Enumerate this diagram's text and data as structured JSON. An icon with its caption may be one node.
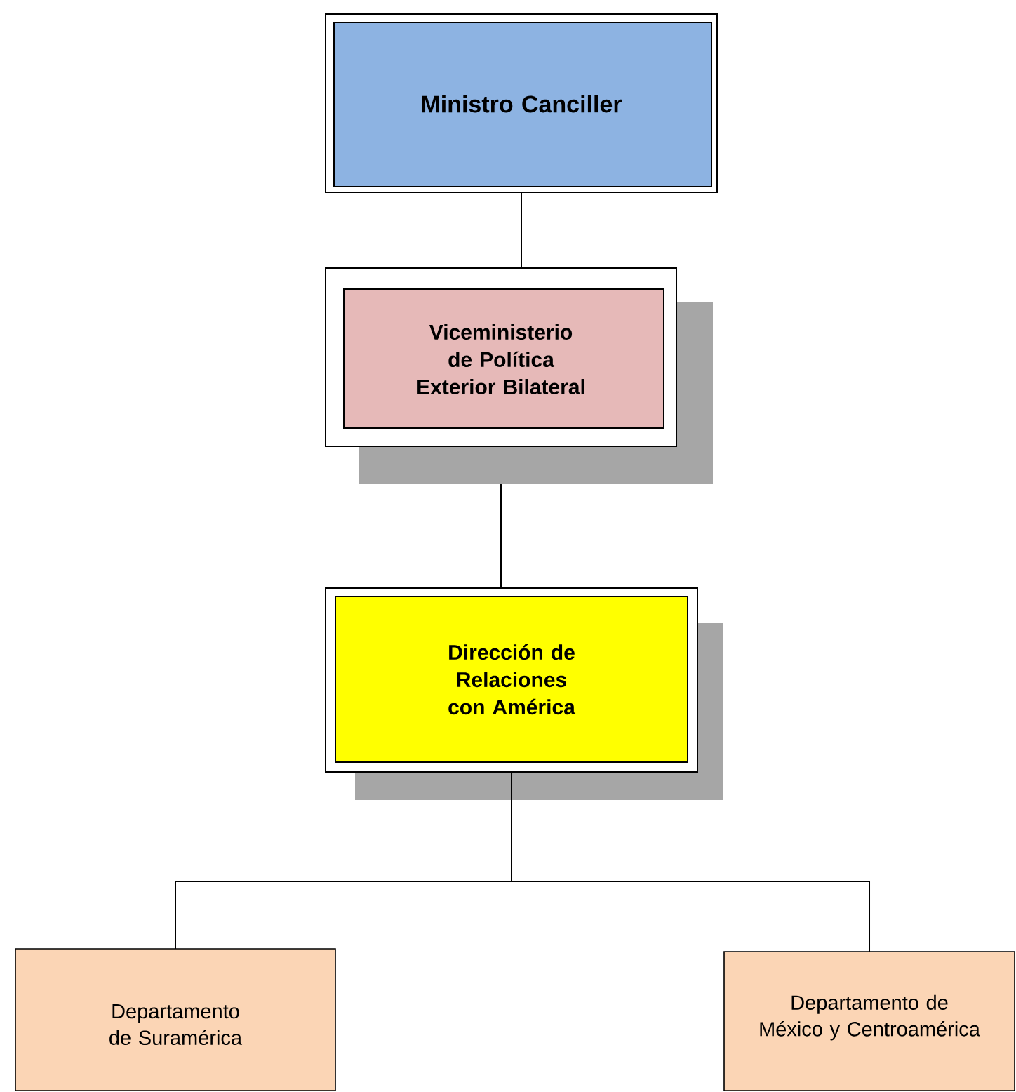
{
  "diagram": {
    "nodes": [
      {
        "text": [
          "Ministro Canciller"
        ]
      },
      {
        "text": [
          "Viceministerio de Política Exterior Bilateral"
        ]
      },
      {
        "text": [
          "Dirección de Relaciones con América"
        ]
      },
      {
        "text": [
          "Departamento de Suramérica"
        ]
      },
      {
        "text": [
          "Departamento de México y Centroamérica"
        ]
      }
    ],
    "edges": [
      {
        "from": 0,
        "to": 1,
        "arrow": "none"
      },
      {
        "from": 1,
        "to": 2,
        "arrow": "none"
      },
      {
        "from": 2,
        "to": 3,
        "arrow": "none"
      },
      {
        "from": 2,
        "to": 4,
        "arrow": "none"
      }
    ]
  }
}
